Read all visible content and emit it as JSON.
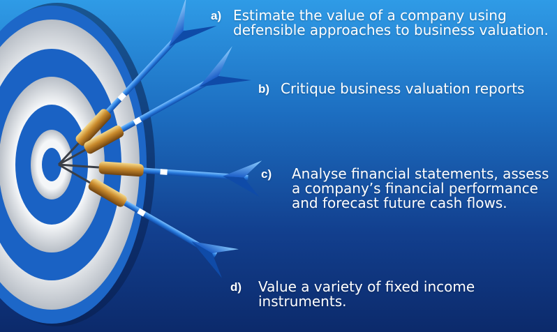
{
  "slide": {
    "background_colors": [
      "#2f9be6",
      "#1c6dc0",
      "#123f8e",
      "#0c2a6b"
    ],
    "illustration": "dartboard-with-four-darts",
    "objectives": [
      {
        "marker": "a)",
        "text": "Estimate the value of a company using defensible approaches to business valuation."
      },
      {
        "marker": "b)",
        "text": "Critique business valuation reports"
      },
      {
        "marker": "c)",
        "text": "Analyse financial statements, assess a company’s financial performance and forecast future cash flows."
      },
      {
        "marker": "d)",
        "text": "Value a variety of fixed income instruments."
      }
    ]
  }
}
